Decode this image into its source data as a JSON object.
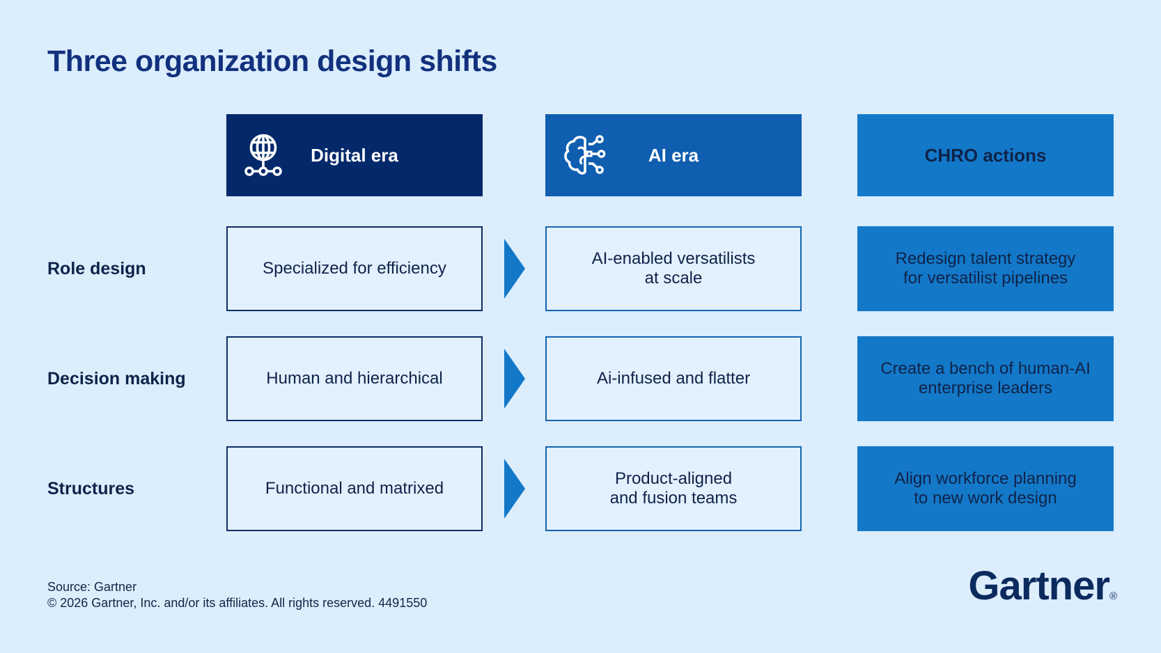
{
  "title": "Three organization design shifts",
  "palette": {
    "bg": "#dcedfc",
    "navy": "#03296b",
    "blue-mid": "#0f5eb0",
    "blue-light": "#1478c8",
    "title": "#12317d",
    "ink": "#0e2349",
    "box-fill": "#e3f0fd",
    "border-navy": "#0d2d66",
    "border-blue": "#1464ae",
    "footer-ink": "#152347",
    "logo": "#0b2a5e"
  },
  "columns": {
    "digital": {
      "label": "Digital era",
      "icon": "globe-network-icon"
    },
    "ai": {
      "label": "AI era",
      "icon": "brain-circuit-icon"
    },
    "chro": {
      "label": "CHRO actions"
    }
  },
  "rows": [
    {
      "label": "Role design",
      "digital": "Specialized for efficiency",
      "ai": "AI-enabled versatilists\nat scale",
      "chro": "Redesign talent strategy\nfor versatilist pipelines"
    },
    {
      "label": "Decision making",
      "digital": "Human and hierarchical",
      "ai": "Ai-infused and flatter",
      "chro": "Create a bench of human-AI\nenterprise leaders"
    },
    {
      "label": "Structures",
      "digital": "Functional and matrixed",
      "ai": "Product-aligned\nand fusion teams",
      "chro": "Align workforce planning\nto new work design"
    }
  ],
  "footer": {
    "source": "Source: Gartner",
    "copyright": "© 2026 Gartner, Inc. and/or its affiliates. All rights reserved. 4491550",
    "logo": "Gartner",
    "registered": "®"
  }
}
